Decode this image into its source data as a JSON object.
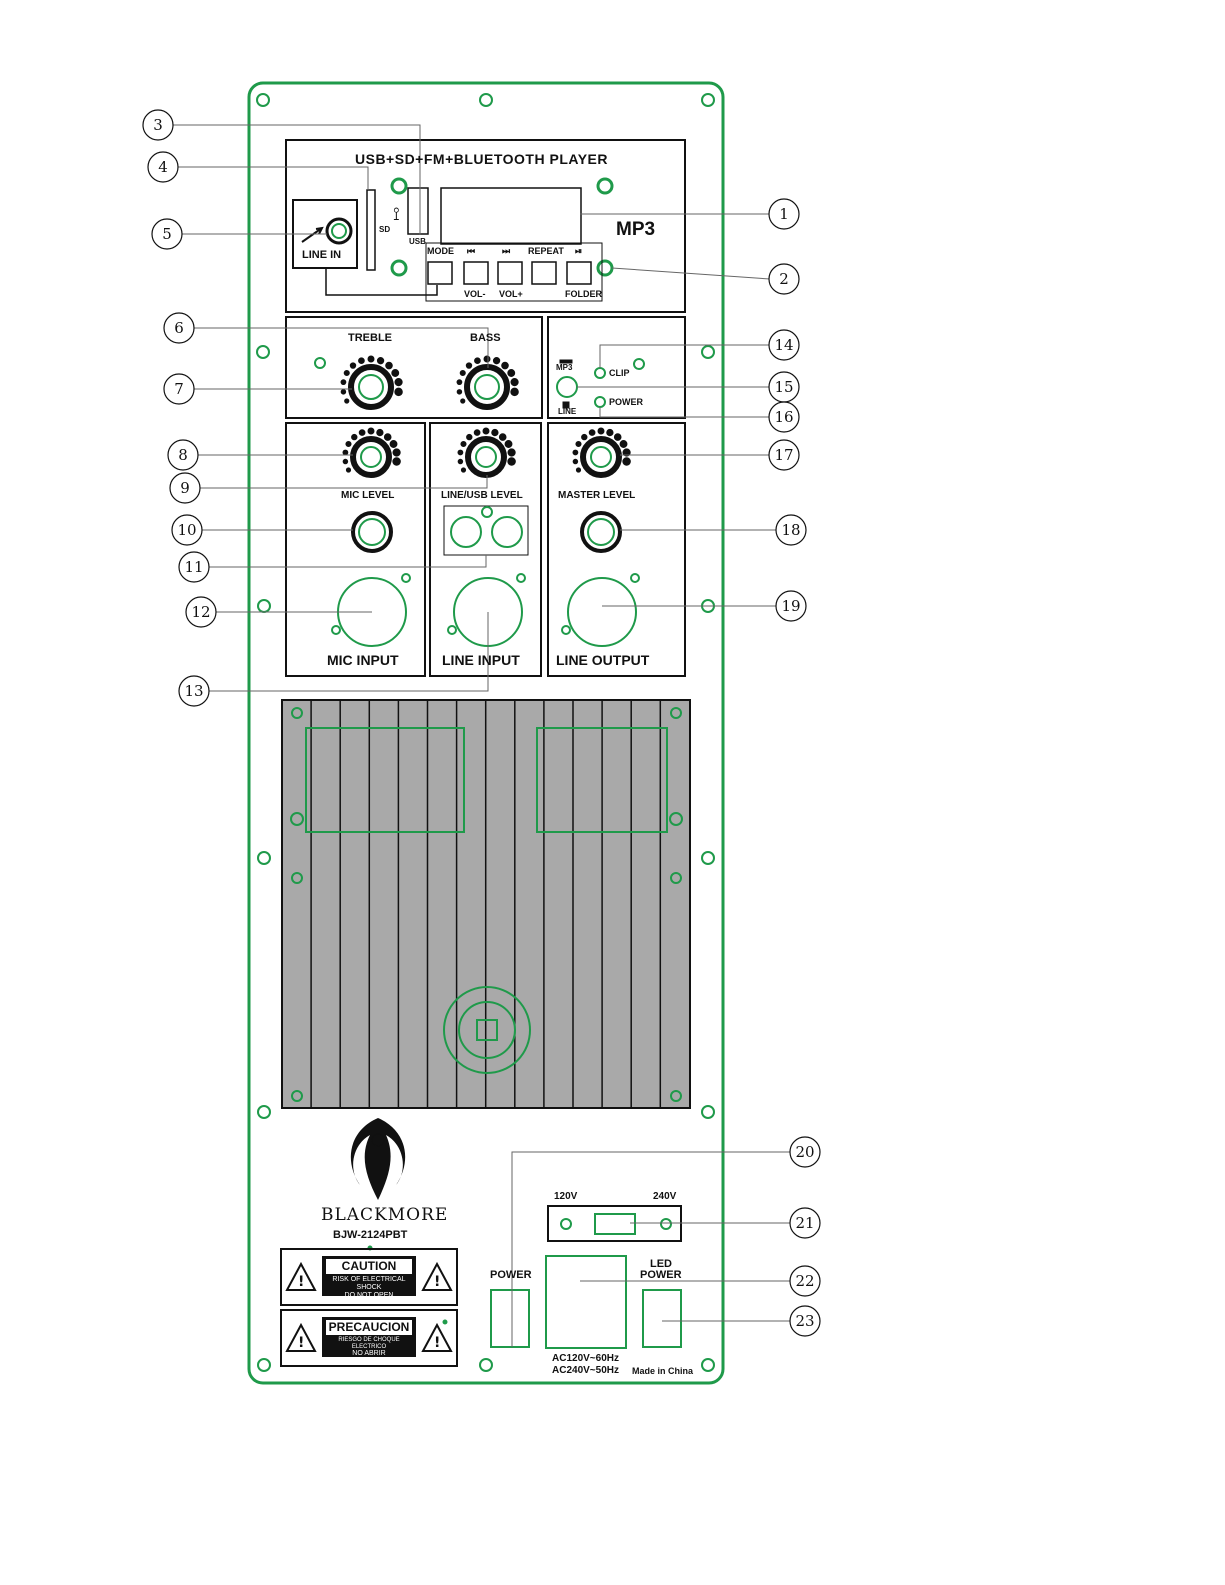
{
  "colors": {
    "panel_green": "#1f9a4a",
    "heatsink_gray": "#a9a9a9",
    "ink": "#111111"
  },
  "mp3_section": {
    "title": "USB+SD+FM+BLUETOOTH PLAYER",
    "logo": "MP3",
    "usb_label": "USB",
    "sd_label": "SD",
    "line_in_label": "LINE IN",
    "buttons_top": [
      "MODE",
      "⏮",
      "⏭",
      "REPEAT",
      "⏯"
    ],
    "buttons_bottom": [
      "VOL-",
      "VOL+",
      "FOLDER"
    ]
  },
  "tone_section": {
    "treble_label": "TREBLE",
    "bass_label": "BASS"
  },
  "status_section": {
    "mp3_label": "MP3",
    "line_label": "LINE",
    "clip_label": "CLIP",
    "power_label": "POWER"
  },
  "mixer": {
    "mic_level_label": "MIC LEVEL",
    "line_usb_level_label": "LINE/USB LEVEL",
    "master_level_label": "MASTER LEVEL",
    "mic_input_label": "MIC INPUT",
    "line_input_label": "LINE INPUT",
    "line_output_label": "LINE OUTPUT"
  },
  "brand": {
    "name": "BLACKMORE",
    "model": "BJW-2124PBT",
    "caution_title": "CAUTION",
    "caution_text_1": "RISK OF ELECTRICAL SHOCK",
    "caution_text_2": "DO NOT OPEN",
    "precaucion_title": "PRECAUCION",
    "precaucion_text_1": "RIESGO DE CHOQUE ELECTRICO",
    "precaucion_text_2": "NO ABRIR"
  },
  "power_section": {
    "v120": "120V",
    "v240": "240V",
    "power_label": "POWER",
    "led_label_1": "LED",
    "led_label_2": "POWER",
    "ac_1": "AC120V~60Hz",
    "ac_2": "AC240V~50Hz",
    "made_in": "Made in China"
  },
  "callouts": [
    "1",
    "2",
    "3",
    "4",
    "5",
    "6",
    "7",
    "8",
    "9",
    "10",
    "11",
    "12",
    "13",
    "14",
    "15",
    "16",
    "17",
    "18",
    "19",
    "20",
    "21",
    "22",
    "23"
  ]
}
